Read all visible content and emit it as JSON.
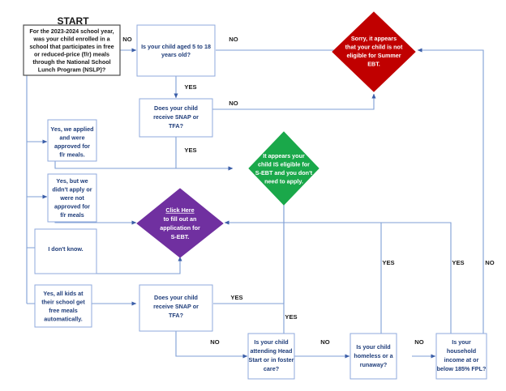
{
  "title": "START",
  "colors": {
    "box_border": "#8faadc",
    "box_fill": "#ffffff",
    "text_blue": "#1f3d7a",
    "edge": "#7f9fd4",
    "not_eligible": "#c00000",
    "eligible": "#1aa84a",
    "apply": "#7030a0",
    "start_border": "#4d4d4d"
  },
  "chart_data": {
    "type": "diagram",
    "title": "START",
    "subtitle": "",
    "nodes": [
      {
        "id": "start",
        "shape": "rect-start",
        "lines": [
          "For the 2023-2024 school year,",
          "was your child enrolled in a",
          "school that participates in free",
          "or reduced-price (f/r) meals",
          "through the National School",
          "Lunch Program (NSLP)?"
        ]
      },
      {
        "id": "age",
        "shape": "rect",
        "lines": [
          "Is your child aged 5 to 18",
          "years old?"
        ]
      },
      {
        "id": "snap1",
        "shape": "rect",
        "lines": [
          "Does your child",
          "receive SNAP or",
          "TFA?"
        ]
      },
      {
        "id": "not-eligible",
        "shape": "diamond",
        "color": "#c00000",
        "lines": [
          "Sorry, it appears",
          "that your child is not",
          "eligible for Summer",
          "EBT."
        ]
      },
      {
        "id": "eligible",
        "shape": "diamond",
        "color": "#1aa84a",
        "lines": [
          "It appears your",
          "child IS eligible for",
          "S-EBT and you don't",
          "need to apply."
        ]
      },
      {
        "id": "apply",
        "shape": "diamond",
        "color": "#7030a0",
        "lines": [
          "Click Here",
          "to fill out an",
          "application for",
          "S-EBT."
        ],
        "link_line_index": 0
      },
      {
        "id": "approved",
        "shape": "rect",
        "lines": [
          "Yes, we applied",
          "and were",
          "approved for",
          "f/r meals."
        ]
      },
      {
        "id": "not-approved",
        "shape": "rect",
        "lines": [
          "Yes, but we",
          "didn't apply or",
          "were not",
          "approved for",
          "f/r meals"
        ]
      },
      {
        "id": "dont-know",
        "shape": "rect",
        "lines": [
          "I don't know."
        ]
      },
      {
        "id": "free-meals-all",
        "shape": "rect",
        "lines": [
          "Yes, all kids at",
          "their school get",
          "free meals",
          "automatically."
        ]
      },
      {
        "id": "snap2",
        "shape": "rect",
        "lines": [
          "Does your child",
          "receive SNAP or",
          "TFA?"
        ]
      },
      {
        "id": "head-start",
        "shape": "rect",
        "lines": [
          "Is your child",
          "attending Head",
          "Start or in foster",
          "care?"
        ]
      },
      {
        "id": "homeless",
        "shape": "rect",
        "lines": [
          "Is your child",
          "homeless or a",
          "runaway?"
        ]
      },
      {
        "id": "income",
        "shape": "rect",
        "lines": [
          "Is your",
          "household",
          "income at or",
          "below 185% FPL?"
        ]
      }
    ],
    "edges": [
      {
        "from": "start",
        "to": "age",
        "label": "NO"
      },
      {
        "from": "age",
        "to": "not-eligible",
        "label": "NO"
      },
      {
        "from": "age",
        "to": "snap1",
        "label": "YES"
      },
      {
        "from": "snap1",
        "to": "not-eligible",
        "label": "NO"
      },
      {
        "from": "snap1",
        "to": "eligible",
        "label": "YES"
      },
      {
        "from": "start",
        "to": "approved",
        "label": ""
      },
      {
        "from": "start",
        "to": "not-approved",
        "label": ""
      },
      {
        "from": "start",
        "to": "dont-know",
        "label": ""
      },
      {
        "from": "start",
        "to": "free-meals-all",
        "label": ""
      },
      {
        "from": "approved",
        "to": "eligible",
        "label": ""
      },
      {
        "from": "not-approved",
        "to": "apply",
        "label": ""
      },
      {
        "from": "dont-know",
        "to": "apply",
        "label": ""
      },
      {
        "from": "free-meals-all",
        "to": "snap2",
        "label": ""
      },
      {
        "from": "snap2",
        "to": "eligible",
        "label": "YES"
      },
      {
        "from": "snap2",
        "to": "head-start",
        "label": "NO"
      },
      {
        "from": "head-start",
        "to": "eligible",
        "label": "YES"
      },
      {
        "from": "head-start",
        "to": "homeless",
        "label": "NO"
      },
      {
        "from": "homeless",
        "to": "apply",
        "label": "YES"
      },
      {
        "from": "homeless",
        "to": "income",
        "label": "NO"
      },
      {
        "from": "income",
        "to": "apply",
        "label": "YES"
      },
      {
        "from": "income",
        "to": "not-eligible",
        "label": "NO"
      }
    ],
    "edge_labels": [
      "NO",
      "NO",
      "YES",
      "NO",
      "YES",
      "YES",
      "YES",
      "NO",
      "NO",
      "NO",
      "YES",
      "YES",
      "NO"
    ]
  },
  "labels": {
    "start_title": "START",
    "start_l1": "For the 2023-2024 school year,",
    "start_l2": "was your child enrolled in a",
    "start_l3": "school that participates in free",
    "start_l4": "or reduced-price (f/r) meals",
    "start_l5": "through the National School",
    "start_l6": "Lunch Program (NSLP)?",
    "age_l1": "Is your child aged 5 to 18",
    "age_l2": "years old?",
    "snap1_l1": "Does your child",
    "snap1_l2": "receive SNAP or",
    "snap1_l3": "TFA?",
    "red_l1": "Sorry, it appears",
    "red_l2": "that your child is not",
    "red_l3": "eligible for Summer",
    "red_l4": "EBT.",
    "green_l1": "It appears your",
    "green_l2": "child IS eligible for",
    "green_l3": "S-EBT and you don't",
    "green_l4": "need to apply.",
    "purple_l1": "Click Here",
    "purple_l2": "to fill out an",
    "purple_l3": "application for",
    "purple_l4": "S-EBT.",
    "appr_l1": "Yes, we applied",
    "appr_l2": "and were",
    "appr_l3": "approved for",
    "appr_l4": "f/r meals.",
    "napp_l1": "Yes, but we",
    "napp_l2": "didn't apply or",
    "napp_l3": "were not",
    "napp_l4": "approved for",
    "napp_l5": "f/r meals",
    "dk_l1": "I don't know.",
    "fm_l1": "Yes, all kids at",
    "fm_l2": "their school get",
    "fm_l3": "free meals",
    "fm_l4": "automatically.",
    "snap2_l1": "Does your child",
    "snap2_l2": "receive SNAP or",
    "snap2_l3": "TFA?",
    "hs_l1": "Is your child",
    "hs_l2": "attending Head",
    "hs_l3": "Start or in foster",
    "hs_l4": "care?",
    "hl_l1": "Is your child",
    "hl_l2": "homeless or a",
    "hl_l3": "runaway?",
    "inc_l1": "Is your",
    "inc_l2": "household",
    "inc_l3": "income at or",
    "inc_l4": "below 185% FPL?",
    "no_start_age": "NO",
    "no_age_red": "NO",
    "yes_age_snap1": "YES",
    "no_snap1_red": "NO",
    "yes_snap1_green": "YES",
    "yes_snap2_green": "YES",
    "no_snap2_hs": "NO",
    "yes_hs_green": "YES",
    "no_hs_hl": "NO",
    "yes_hl_purple": "YES",
    "no_hl_inc": "NO",
    "yes_inc_purple": "YES",
    "no_inc_red": "NO"
  }
}
